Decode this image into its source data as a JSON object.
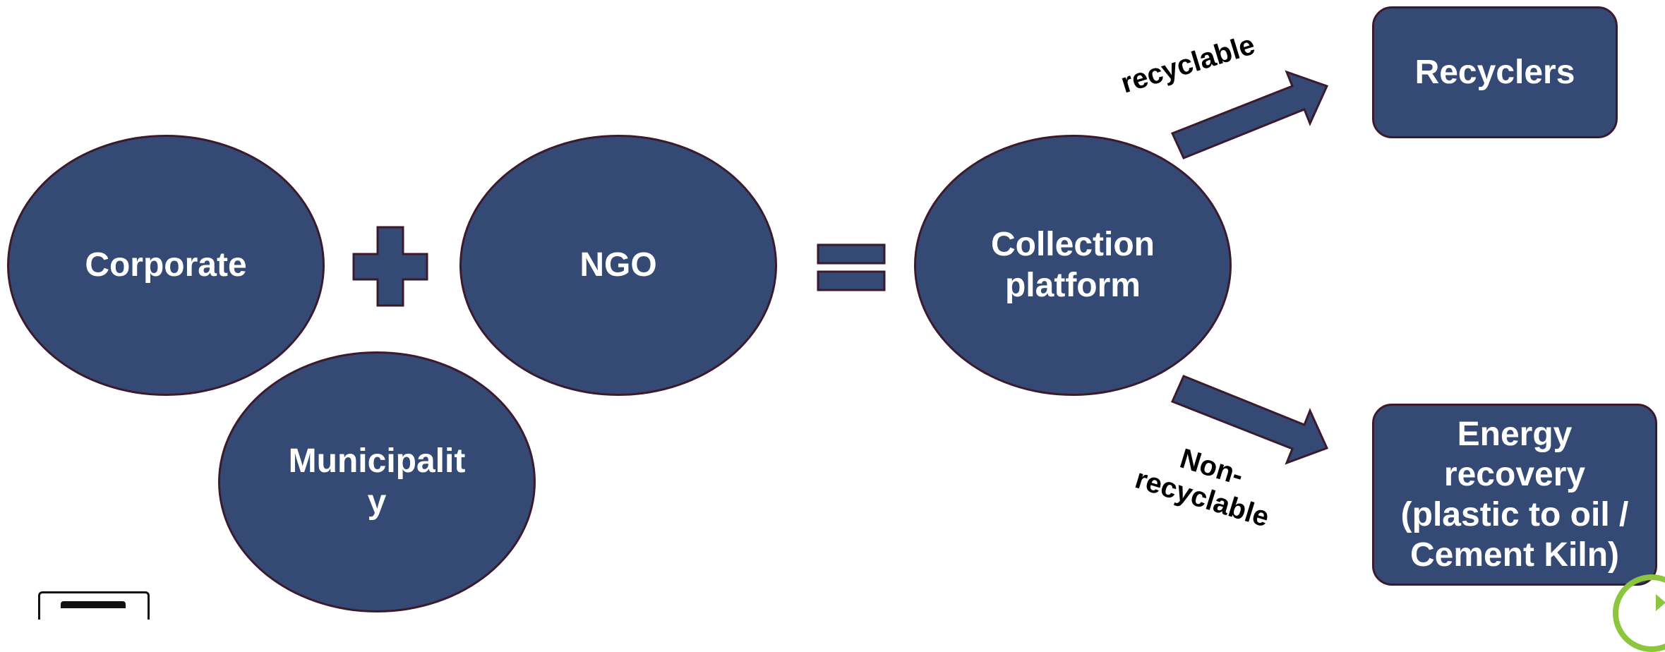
{
  "nodes": {
    "corporate": "Corporate",
    "ngo": "NGO",
    "municipality": "Municipalit\ny",
    "collection_platform": "Collection\nplatform",
    "recyclers": "Recyclers",
    "energy_recovery": "Energy\nrecovery\n(plastic to oil /\nCement Kiln)"
  },
  "operators": {
    "plus": "plus",
    "equals": "equals"
  },
  "arrows": {
    "recyclable_label": "recyclable",
    "non_recyclable_label": "Non-\nrecyclable"
  },
  "colors": {
    "shape_fill": "#344a74",
    "shape_border": "#3b1a2e",
    "shape_text": "#ffffff",
    "arrow_label": "#000000",
    "badge_green": "#8cc63f"
  }
}
